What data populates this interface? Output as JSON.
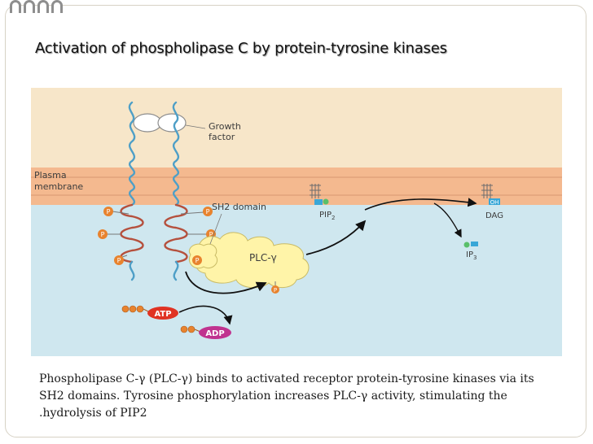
{
  "slide": {
    "title": "Activation of phospholipase C by protein-tyrosine kinases",
    "caption_lines": [
      "Phospholipase C-γ (PLC-γ) binds to activated receptor protein-tyrosine kinases via its",
      "SH2 domains. Tyrosine phosphorylation increases PLC-γ activity, stimulating the",
      ".hydrolysis of PIP2"
    ]
  },
  "diagram": {
    "labels": {
      "growth_factor_1": "Growth",
      "growth_factor_2": "factor",
      "plasma_1": "Plasma",
      "plasma_2": "membrane",
      "sh2": "SH2 domain",
      "plc": "PLC-γ",
      "pip2": "PIP",
      "pip2_sub": "2",
      "dag": "DAG",
      "oh": "OH",
      "ip3": "IP",
      "ip3_sub": "3",
      "atp": "ATP",
      "adp": "ADP",
      "p": "P"
    },
    "colors": {
      "extracellular": "#f7e6c9",
      "membrane": "#f4b98f",
      "cytoplasm": "#cfe7ef",
      "receptor": "#4e9fc7",
      "kinase_domain": "#b5503d",
      "phosphate": "#e8832e",
      "plc": "#fff4a8",
      "atp": "#e03323",
      "adp": "#c0338f",
      "oh_box": "#39a7d7",
      "ip3_head": "#59bf6a"
    }
  }
}
